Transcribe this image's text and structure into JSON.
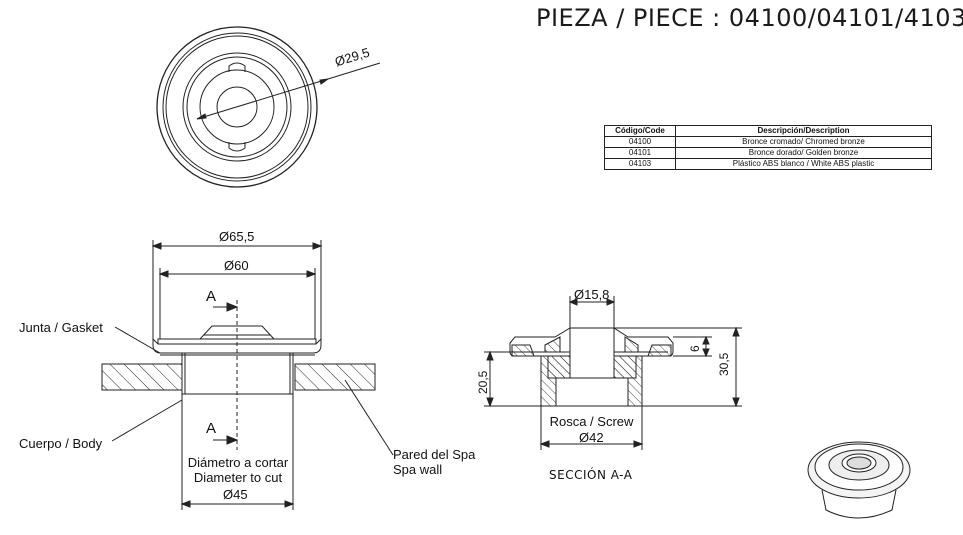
{
  "title": "PIEZA / PIECE : 04100/04101/4103",
  "table": {
    "headers": [
      "Código/Code",
      "Descripción/Description"
    ],
    "rows": [
      [
        "04100",
        "Bronce cromado/ Chromed bronze"
      ],
      [
        "04101",
        "Bronce dorado/ Golden bronze"
      ],
      [
        "04103",
        "Plástico ABS blanco / White ABS plastic"
      ]
    ]
  },
  "dimensions": {
    "d29_5": "Ø29,5",
    "d65_5": "Ø65,5",
    "d60": "Ø60",
    "d45": "Ø45",
    "d15_8": "Ø15,8",
    "d42": "Ø42",
    "h20_5": "20,5",
    "h30_5": "30,5",
    "h6": "6"
  },
  "labels": {
    "gasket": "Junta / Gasket",
    "body": "Cuerpo / Body",
    "section_mark": "A",
    "cut_line1": "Diámetro a cortar",
    "cut_line2": "Diameter to cut",
    "wall_line1": "Pared del Spa",
    "wall_line2": "Spa wall",
    "screw": "Rosca / Screw",
    "section_title": "SECCIÓN A-A"
  }
}
